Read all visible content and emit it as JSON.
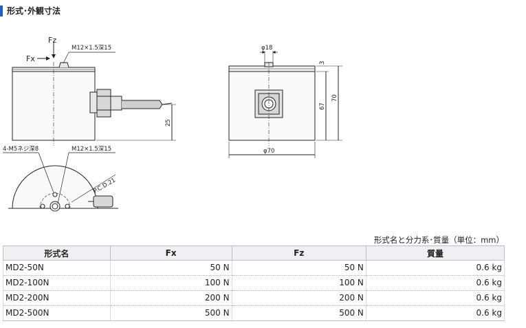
{
  "section": {
    "title": "形式･外観寸法"
  },
  "drawing": {
    "label_fz": "Fz",
    "label_fx": "Fx",
    "thread_top": "M12×1.5深15",
    "dim_25": "25",
    "dim_phi18": "φ18",
    "dim_3": "3",
    "dim_67": "67",
    "dim_70_height": "70",
    "dim_phi70": "φ70",
    "screw": "4-M5ネジ深8",
    "thread_bottom": "M12×1.5深15",
    "pcd": "P.C.D.21"
  },
  "table": {
    "caption": "形式名と分力系･質量（単位：mm）",
    "headers": [
      "形式名",
      "Fx",
      "Fz",
      "質量"
    ],
    "rows": [
      [
        "MD2-50N",
        "50 N",
        "50 N",
        "0.6 kg"
      ],
      [
        "MD2-100N",
        "100 N",
        "100 N",
        "0.6 kg"
      ],
      [
        "MD2-200N",
        "200 N",
        "200 N",
        "0.6 kg"
      ],
      [
        "MD2-500N",
        "500 N",
        "500 N",
        "0.6 kg"
      ]
    ]
  }
}
